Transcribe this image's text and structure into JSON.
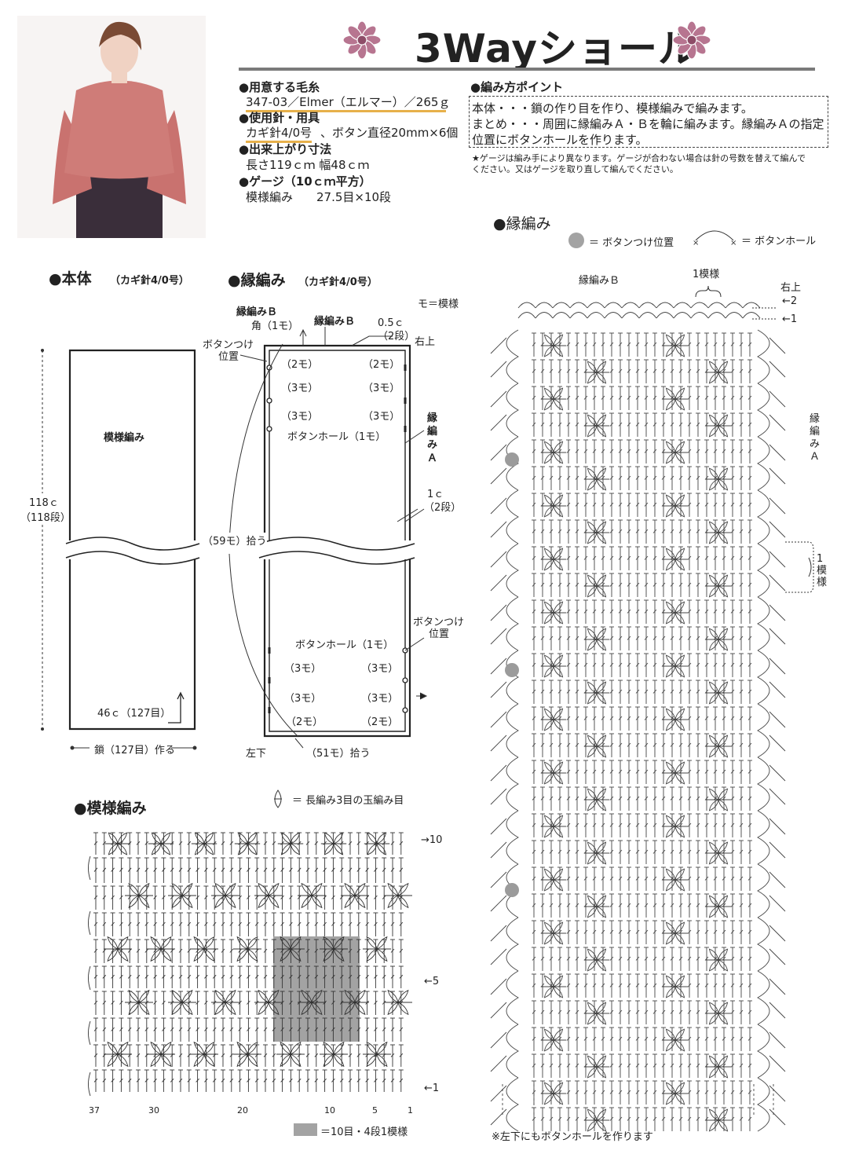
{
  "colors": {
    "flower": "#b77590",
    "underline": "#e7b04a",
    "rule": "#7a7a7a",
    "gray": "#a3a3a3",
    "dot": "#9b9b9b"
  },
  "header": {
    "title": "3Wayショール"
  },
  "materials": {
    "yarn_heading": "●用意する毛糸",
    "yarn_value": "347-03／Elmer（エルマー）／265ｇ",
    "tools_heading": "●使用針・用具",
    "tools_hook": "カギ針4/0号",
    "tools_rest": "、ボタン直径20mm×6個",
    "size_heading": "●出来上がり寸法",
    "size_value": "長さ119ｃｍ 幅48ｃｍ",
    "gauge_heading": "●ゲージ（10ｃｍ平方）",
    "gauge_value": "模様編み　　27.5目×10段"
  },
  "points": {
    "heading": "●編み方ポイント",
    "line1": "本体・・・鎖の作り目を作り、模様編みで編みます。",
    "line2": "まとめ・・・周囲に縁編みＡ・Ｂを輪に編みます。縁編みＡの指定",
    "line3": "位置にボタンホールを作ります。",
    "note1": "★ゲージは編み手により異なります。ゲージが合わない場合は針の号数を替えて編んで",
    "note2": "ください。又はゲージを取り直して編んでください。"
  },
  "body_diagram": {
    "heading": "●本体",
    "hook": "（カギ針4/0号）",
    "pattern": "模様編み",
    "length": "118ｃ",
    "length_rows": "（118段）",
    "width": "46ｃ（127目）",
    "chain": "鎖（127目）作る"
  },
  "edge_diagram": {
    "heading": "●縁編み",
    "hook": "（カギ針4/0号）",
    "mo_legend": "モ＝模様",
    "edge_b": "縁編みＢ",
    "corner": "角（1モ）",
    "edge_b2": "縁編みＢ",
    "half_cm": "0.5ｃ",
    "two_rows": "（2段）",
    "top_right": "右上",
    "button_pos": "ボタンつけ",
    "button_pos2": "位置",
    "mo2": "（2モ）",
    "mo3": "（3モ）",
    "buttonhole": "ボタンホール（1モ）",
    "edge_a": "縁編みＡ",
    "one_cm": "1ｃ",
    "two_rows_b": "（2段）",
    "pick59": "（59モ）拾う",
    "pick51": "（51モ）拾う",
    "bottom_left": "左下"
  },
  "edge_chart": {
    "heading": "●縁編み",
    "dot_legend": "＝ ボタンつけ位置",
    "hole_legend": "＝ ボタンホール",
    "edge_b": "縁編みＢ",
    "one_repeat": "1模様",
    "top_right": "右上",
    "row2": "←2",
    "row1": "←1",
    "edge_a": "縁編みＡ",
    "repeat_side": "1模様",
    "footnote": "※左下にもボタンホールを作ります"
  },
  "pattern_chart": {
    "heading": "●模様編み",
    "symbol_legend": "＝ 長編み3目の玉編み目",
    "row10": "→10",
    "row5": "←5",
    "row1": "←1",
    "stitch_labels": [
      "37",
      "30",
      "20",
      "10",
      "5",
      "1"
    ],
    "repeat_legend": "＝10目・4段1模様"
  }
}
